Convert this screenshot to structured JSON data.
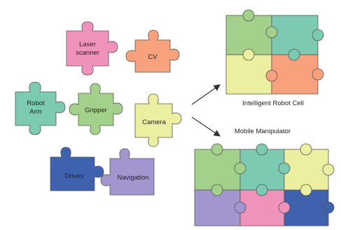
{
  "colors": {
    "pink": "#ef93bd",
    "orange": "#f7a27d",
    "teal": "#7dcab2",
    "green": "#a3d08a",
    "yellow": "#ecef9f",
    "blue": "#3f62ae",
    "lavender": "#a396cf",
    "outline": "#555555",
    "arrow": "#333333"
  },
  "pieces": {
    "laser": {
      "label_line1": "Laser",
      "label_line2": "scanner",
      "color": "pink"
    },
    "cv": {
      "label": "CV",
      "color": "orange"
    },
    "robot_arm": {
      "label_line1": "Robot",
      "label_line2": "Arm",
      "color": "teal"
    },
    "gripper": {
      "label": "Gripper",
      "color": "green"
    },
    "camera": {
      "label": "Camera",
      "color": "yellow"
    },
    "drives": {
      "label": "Drives",
      "color": "blue"
    },
    "navigation": {
      "label": "Navigation",
      "color": "lavender"
    }
  },
  "assemblies": {
    "intelligent_robot_cell": {
      "caption": "Intelligent Robot Cell",
      "tiles": [
        "green",
        "teal",
        "yellow",
        "orange"
      ]
    },
    "mobile_manipulator": {
      "caption": "Mobile Manipulator",
      "tiles": [
        "green",
        "teal",
        "yellow",
        "lavender",
        "pink",
        "blue"
      ]
    }
  }
}
